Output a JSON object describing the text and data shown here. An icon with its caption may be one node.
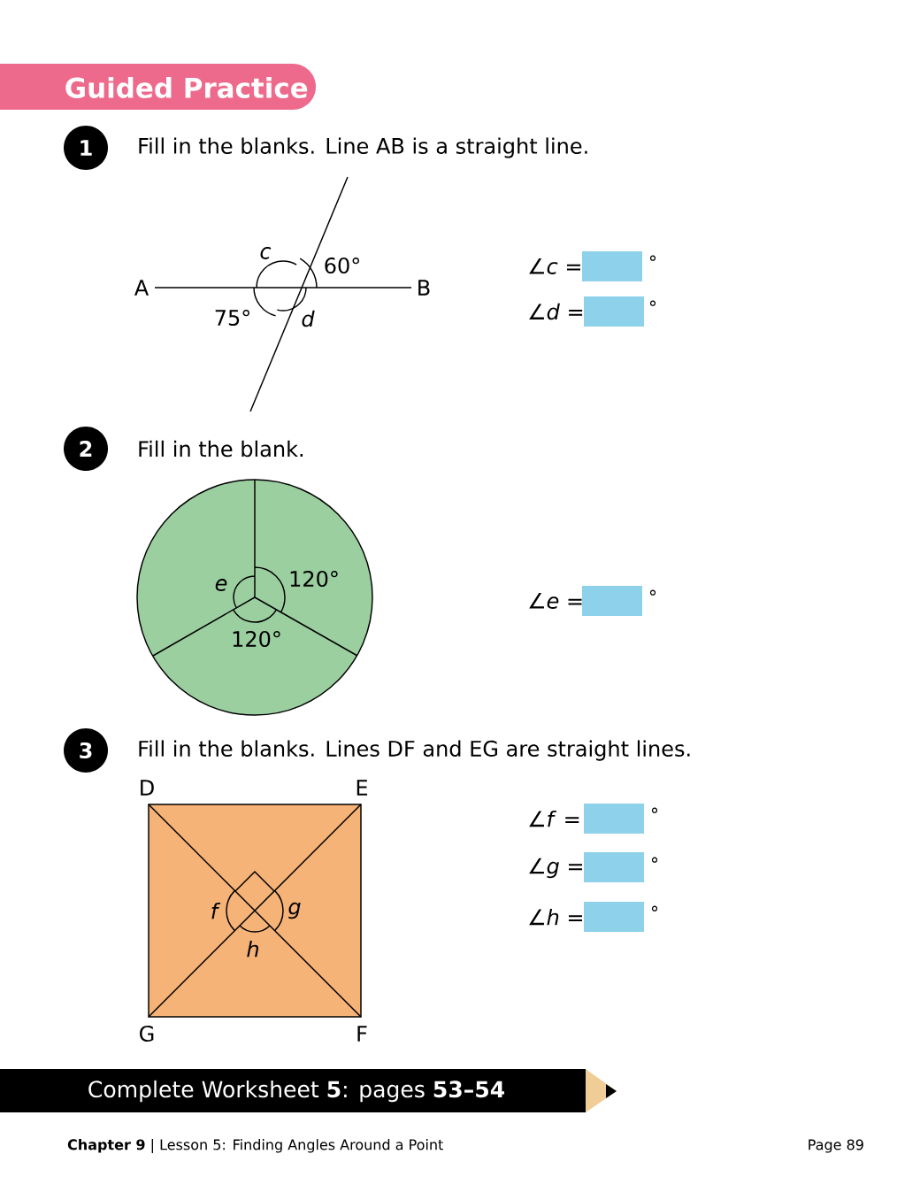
{
  "diagram": {
    "nodes": [
      {
        "text": [
          "Guided Practice"
        ]
      },
      {
        "text": [
          "1"
        ]
      },
      {
        "text": [
          "2"
        ]
      },
      {
        "text": [
          "3"
        ]
      },
      {
        "text": [
          "Complete Worksheet **5**: pages **53–54**"
        ]
      }
    ],
    "labels": [
      "Fill in the blanks. Line AB is a straight line.",
      "c",
      "60°",
      "A",
      "B",
      "75°",
      "d",
      "∠*c* =",
      "°",
      "∠*d* =",
      "°",
      "Fill in the blank.",
      "e",
      "120°",
      "120°",
      "∠*e* =",
      "°",
      "Fill in the blanks. Lines DF and EG are straight lines.",
      "D",
      "E",
      "f",
      "g",
      "h",
      "G",
      "F",
      "∠*f* =",
      "°",
      "∠*g* =",
      "°",
      "∠*h* =",
      "°",
      "**Chapter 9** | Lesson 5: Finding Angles Around a Point",
      "Page 89"
    ]
  }
}
